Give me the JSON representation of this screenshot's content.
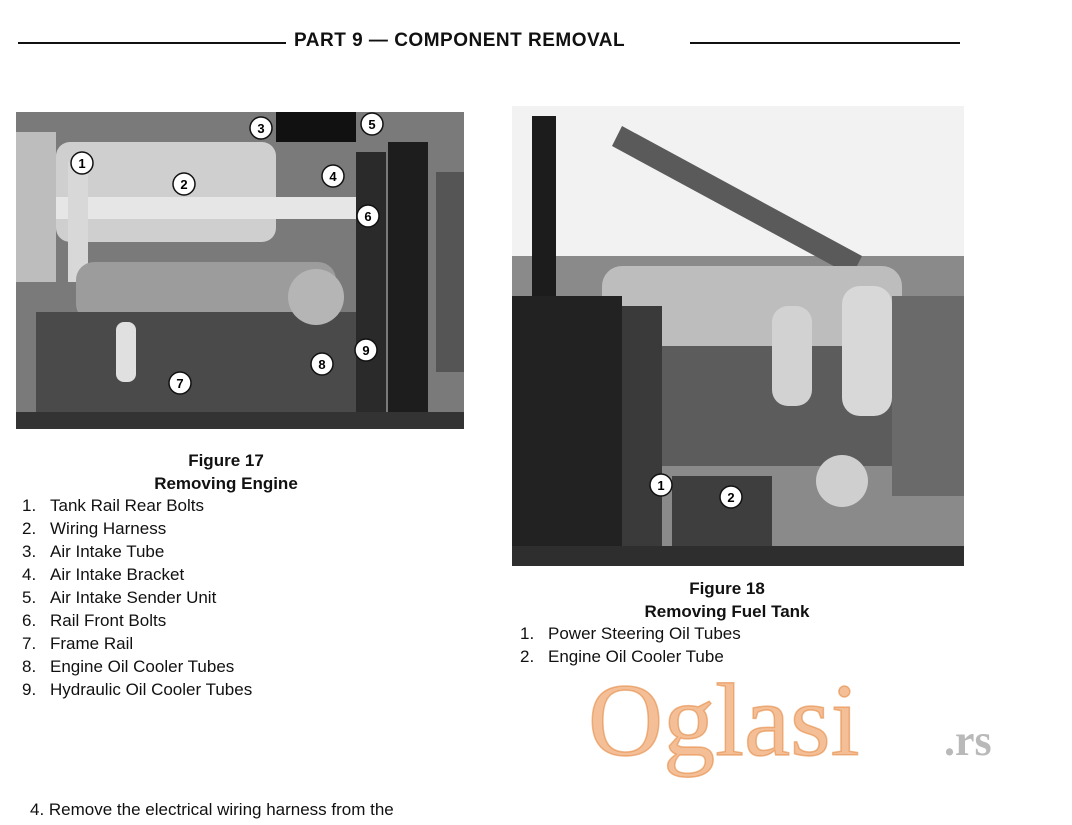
{
  "header": {
    "title": "PART 9  —  COMPONENT REMOVAL"
  },
  "figure17": {
    "number": "Figure 17",
    "title": "Removing Engine",
    "callouts": [
      "1",
      "2",
      "3",
      "4",
      "5",
      "6",
      "7",
      "8",
      "9"
    ],
    "items": [
      {
        "num": "1.",
        "text": "Tank Rail Rear Bolts"
      },
      {
        "num": "2.",
        "text": "Wiring Harness"
      },
      {
        "num": "3.",
        "text": "Air Intake Tube"
      },
      {
        "num": "4.",
        "text": "Air Intake Bracket"
      },
      {
        "num": "5.",
        "text": "Air Intake Sender Unit"
      },
      {
        "num": "6.",
        "text": "Rail Front Bolts"
      },
      {
        "num": "7.",
        "text": "Frame Rail"
      },
      {
        "num": "8.",
        "text": "Engine Oil Cooler Tubes"
      },
      {
        "num": "9.",
        "text": "Hydraulic Oil Cooler Tubes"
      }
    ]
  },
  "figure18": {
    "number": "Figure 18",
    "title": "Removing Fuel Tank",
    "callouts": [
      "1",
      "2"
    ],
    "items": [
      {
        "num": "1.",
        "text": "Power Steering Oil Tubes"
      },
      {
        "num": "2.",
        "text": "Engine Oil Cooler Tube"
      }
    ]
  },
  "body_text": {
    "step": "4.  Remove the electrical wiring harness from the"
  },
  "watermark": {
    "brand": "Oglasi",
    "tld": ".rs"
  },
  "colors": {
    "ink": "#111111",
    "watermark_orange": "#f0a46a",
    "watermark_gray": "#a8a8a8"
  }
}
